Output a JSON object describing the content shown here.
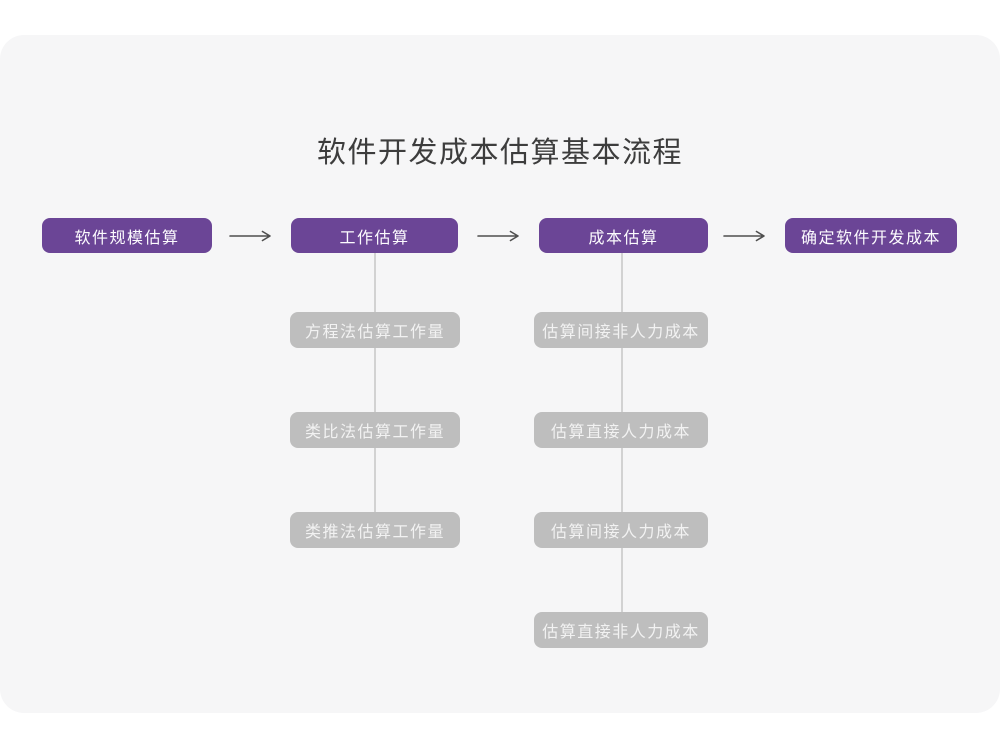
{
  "title": "软件开发成本估算基本流程",
  "colors": {
    "page_bg": "#ffffff",
    "card_bg": "#f6f6f7",
    "title_text": "#3d3d3d",
    "stage_bg": "#6b4596",
    "stage_text": "#fcfbfe",
    "sub_bg": "#bebebe",
    "sub_text": "#f2f2f2",
    "arrow": "#4f4f4f",
    "connector": "#d2d2d2"
  },
  "stages": [
    {
      "label": "软件规模估算"
    },
    {
      "label": "工作估算"
    },
    {
      "label": "成本估算"
    },
    {
      "label": "确定软件开发成本"
    }
  ],
  "work_estimation": {
    "items": [
      "方程法估算工作量",
      "类比法估算工作量",
      "类推法估算工作量"
    ]
  },
  "cost_estimation": {
    "items": [
      "估算间接非人力成本",
      "估算直接人力成本",
      "估算间接人力成本",
      "估算直接非人力成本"
    ]
  }
}
